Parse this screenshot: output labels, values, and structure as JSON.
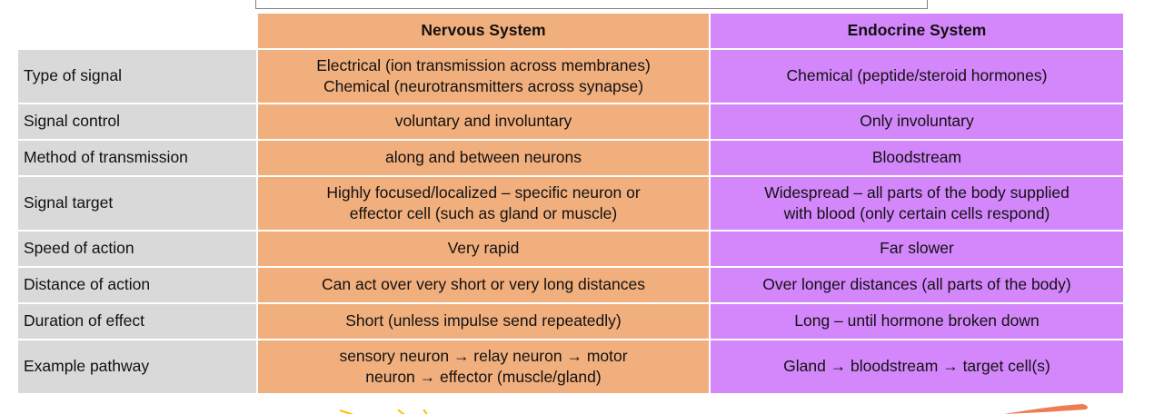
{
  "colors": {
    "nervous": "#F2AF7E",
    "endocrine": "#D487FB",
    "label": "#D9D9D9",
    "header_text": "#FFFFFF",
    "body_text": "#111111",
    "frame_border": "#7F7F7F",
    "yellow_mark": "#FFC000",
    "orange_swoosh": "#ED7D51"
  },
  "table": {
    "headers": {
      "blank": "",
      "nervous": "Nervous System",
      "endocrine": "Endocrine System"
    },
    "rows": [
      {
        "label": "Type of signal",
        "nervous_lines": [
          "Electrical (ion transmission across membranes)",
          "Chemical (neurotransmitters across synapse)"
        ],
        "endocrine_lines": [
          "Chemical (peptide/steroid hormones)"
        ]
      },
      {
        "label": "Signal control",
        "nervous_lines": [
          "voluntary and involuntary"
        ],
        "endocrine_lines": [
          "Only involuntary"
        ]
      },
      {
        "label": "Method of transmission",
        "nervous_lines": [
          "along and between neurons"
        ],
        "endocrine_lines": [
          "Bloodstream"
        ]
      },
      {
        "label": "Signal target",
        "nervous_lines": [
          "Highly focused/localized – specific neuron or",
          "effector cell (such as gland or muscle)"
        ],
        "endocrine_lines": [
          "Widespread – all parts of the body supplied",
          "with blood (only certain cells respond)"
        ]
      },
      {
        "label": "Speed of action",
        "nervous_lines": [
          "Very rapid"
        ],
        "endocrine_lines": [
          "Far slower"
        ]
      },
      {
        "label": "Distance of action",
        "nervous_lines": [
          "Can act over very short or very long distances"
        ],
        "endocrine_lines": [
          "Over longer distances (all parts of the body)"
        ]
      },
      {
        "label": "Duration of effect",
        "nervous_lines": [
          "Short (unless impulse send repeatedly)"
        ],
        "endocrine_lines": [
          "Long – until hormone broken down"
        ]
      },
      {
        "label": "Example pathway",
        "nervous_lines": [
          "sensory neuron → relay neuron → motor",
          "neuron → effector (muscle/gland)"
        ],
        "endocrine_lines": [
          "Gland → bloodstream → target cell(s)"
        ]
      }
    ]
  }
}
